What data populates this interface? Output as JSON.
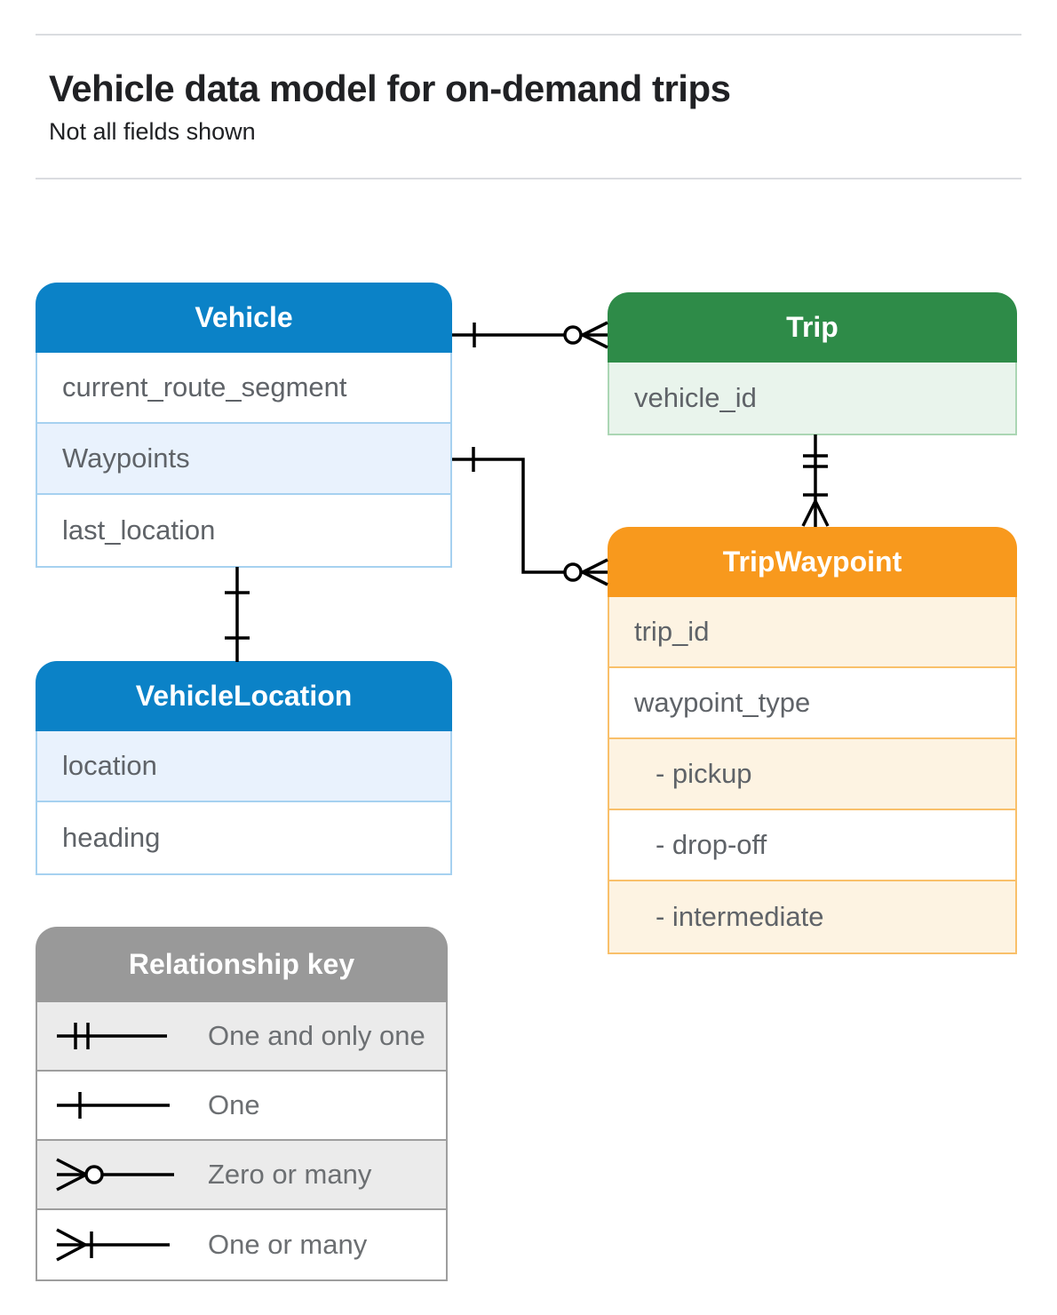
{
  "page": {
    "title": "Vehicle data model for on-demand trips",
    "subtitle": "Not all fields shown"
  },
  "entities": {
    "vehicle": {
      "title": "Vehicle",
      "fields": [
        {
          "label": "current_route_segment"
        },
        {
          "label": "Waypoints"
        },
        {
          "label": "last_location"
        }
      ]
    },
    "trip": {
      "title": "Trip",
      "fields": [
        {
          "label": "vehicle_id"
        }
      ]
    },
    "trip_waypoint": {
      "title": "TripWaypoint",
      "fields": [
        {
          "label": "trip_id"
        },
        {
          "label": "waypoint_type"
        },
        {
          "label": "- pickup"
        },
        {
          "label": "- drop-off"
        },
        {
          "label": "- intermediate"
        }
      ]
    },
    "vehicle_location": {
      "title": "VehicleLocation",
      "fields": [
        {
          "label": "location"
        },
        {
          "label": "heading"
        }
      ]
    }
  },
  "legend": {
    "title": "Relationship key",
    "items": [
      {
        "symbol": "one-and-only-one",
        "label": "One and only one"
      },
      {
        "symbol": "one",
        "label": "One"
      },
      {
        "symbol": "zero-or-many",
        "label": "Zero or many"
      },
      {
        "symbol": "one-or-many",
        "label": "One or many"
      }
    ]
  },
  "relationships": [
    {
      "from": "Vehicle",
      "to": "Trip",
      "from_cardinality": "one",
      "to_cardinality": "zero-or-many"
    },
    {
      "from": "Vehicle.Waypoints",
      "to": "TripWaypoint",
      "from_cardinality": "one",
      "to_cardinality": "zero-or-many"
    },
    {
      "from": "Trip",
      "to": "TripWaypoint",
      "from_cardinality": "one-and-only-one",
      "to_cardinality": "one-or-many"
    },
    {
      "from": "Vehicle",
      "to": "VehicleLocation",
      "from_cardinality": "one",
      "to_cardinality": "one"
    }
  ],
  "colors": {
    "blue_header": "#0b82c7",
    "blue_row_shaded": "#e9f2fd",
    "blue_border": "#a6d1f0",
    "green_header": "#2e8b48",
    "green_row_shaded": "#e9f4ec",
    "green_border": "#abd6b4",
    "orange_header": "#f8991d",
    "orange_row_shaded": "#fdf3e2",
    "orange_border": "#f9c06a",
    "gray_header": "#999999",
    "gray_row_shaded": "#ebebeb",
    "gray_border": "#9e9e9e",
    "field_text": "#5f6368",
    "title_text": "#202124",
    "divider": "#dadce0",
    "line": "#000000"
  }
}
